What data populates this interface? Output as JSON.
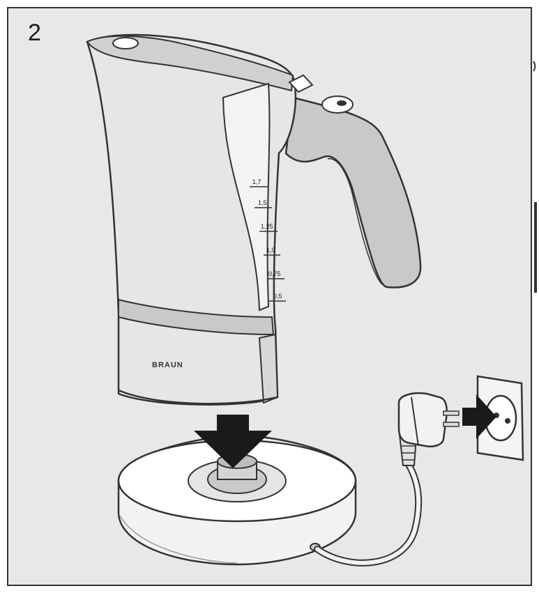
{
  "step": {
    "number": "2"
  },
  "kettle": {
    "brand": "BRAUN",
    "scale_marks": [
      "1,7",
      "1,5",
      "1,25",
      "1,0",
      "0,75",
      "0,5"
    ]
  },
  "colors": {
    "background": "#ffffff",
    "panel_fill": "#e8e8e8",
    "outline": "#333333",
    "shade": "#c9c9c9",
    "arrow": "#1a1a1a"
  },
  "icons": [
    "down-arrow-icon",
    "right-arrow-icon",
    "plug-icon",
    "wall-socket-icon"
  ]
}
